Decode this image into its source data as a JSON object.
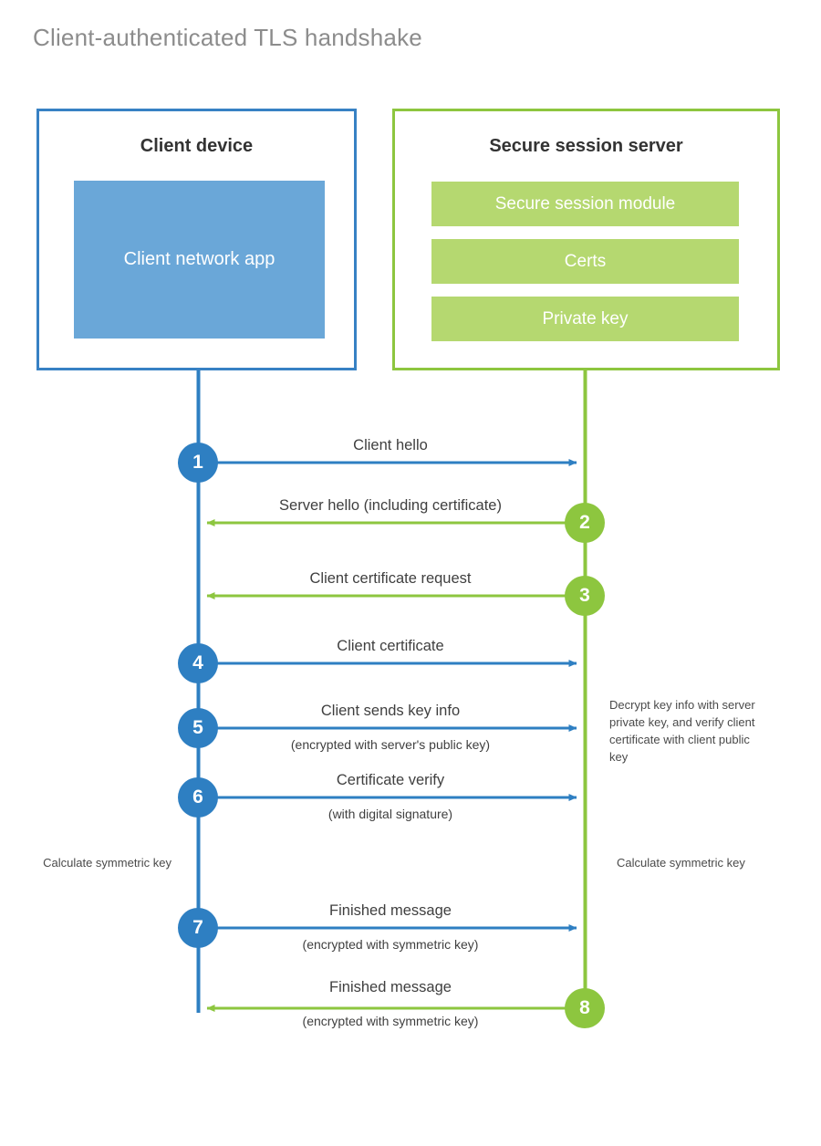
{
  "title": "Client-authenticated TLS handshake",
  "actors": {
    "client": {
      "title": "Client device",
      "app_label": "Client network app",
      "border_color": "#3781c4",
      "accent_color": "#2e7fc2",
      "app_fill": "#6aa7d8"
    },
    "server": {
      "title": "Secure session server",
      "border_color": "#8dc63f",
      "accent_color": "#8dc63f",
      "module_fill": "#b5d870",
      "modules": [
        {
          "label": "Secure session module"
        },
        {
          "label": "Certs"
        },
        {
          "label": "Private key"
        }
      ]
    }
  },
  "steps": [
    {
      "number": "1",
      "label": "Client hello",
      "sublabel": "",
      "direction": "client-to-server",
      "color": "#2e7fc2"
    },
    {
      "number": "2",
      "label": "Server hello (including certificate)",
      "sublabel": "",
      "direction": "server-to-client",
      "color": "#8dc63f"
    },
    {
      "number": "3",
      "label": "Client certificate request",
      "sublabel": "",
      "direction": "server-to-client",
      "color": "#8dc63f"
    },
    {
      "number": "4",
      "label": "Client certificate",
      "sublabel": "",
      "direction": "client-to-server",
      "color": "#2e7fc2"
    },
    {
      "number": "5",
      "label": "Client sends key info",
      "sublabel": "(encrypted with server's public key)",
      "direction": "client-to-server",
      "color": "#2e7fc2"
    },
    {
      "number": "6",
      "label": "Certificate verify",
      "sublabel": "(with digital signature)",
      "direction": "client-to-server",
      "color": "#2e7fc2"
    },
    {
      "number": "7",
      "label": "Finished message",
      "sublabel": "(encrypted with symmetric key)",
      "direction": "client-to-server",
      "color": "#2e7fc2"
    },
    {
      "number": "8",
      "label": "Finished message",
      "sublabel": "(encrypted with symmetric key)",
      "direction": "server-to-client",
      "color": "#8dc63f"
    }
  ],
  "notes": {
    "server_decrypt": "Decrypt key info with server private key, and verify client certificate with client public key",
    "client_calculate": "Calculate symmetric key",
    "server_calculate": "Calculate symmetric key"
  }
}
